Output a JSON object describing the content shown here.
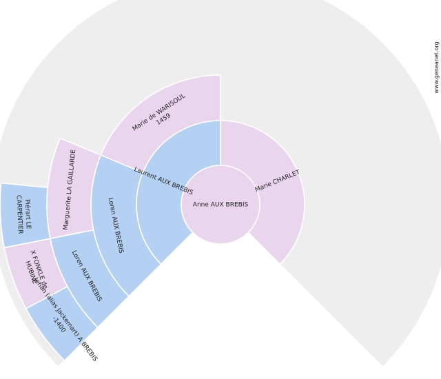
{
  "watermark": "www.geneanet.org",
  "colors": {
    "background_ring": "#eeeeee",
    "male": "#b4d0f2",
    "female": "#e9d5ee",
    "stroke": "#ffffff"
  },
  "chart_data": {
    "type": "fan-chart",
    "center": {
      "name": "Anne AUX BREBIS",
      "sex": "female"
    },
    "persons": [
      {
        "id": "g1-father",
        "generation": 1,
        "slot": 0,
        "sex": "male",
        "lines": [
          "Laurent AUX BREBIS"
        ]
      },
      {
        "id": "g1-mother",
        "generation": 1,
        "slot": 1,
        "sex": "female",
        "lines": [
          "Marie CHARLET"
        ]
      },
      {
        "id": "g2-ff",
        "generation": 2,
        "slot": 0,
        "sex": "male",
        "lines": [
          "Loren AUX BREBIS"
        ]
      },
      {
        "id": "g2-fm",
        "generation": 2,
        "slot": 1,
        "sex": "female",
        "lines": [
          "Marie de WARISOUL",
          "1459"
        ]
      },
      {
        "id": "g3-fff",
        "generation": 3,
        "slot": 0,
        "sex": "male",
        "lines": [
          "Loren AUX BREBIS"
        ]
      },
      {
        "id": "g3-ffm",
        "generation": 3,
        "slot": 1,
        "sex": "female",
        "lines": [
          "Marguerite LA GAILLARDE"
        ]
      },
      {
        "id": "g4-ffff",
        "generation": 4,
        "slot": 0,
        "sex": "male",
        "lines": [
          "Jehan (alias Jackemart) A BREBIS",
          "-1400"
        ]
      },
      {
        "id": "g4-fffm",
        "generation": 4,
        "slot": 1,
        "sex": "female",
        "lines": [
          "X FONKLE de",
          "HUBINE"
        ]
      },
      {
        "id": "g4-ffmf",
        "generation": 4,
        "slot": 2,
        "sex": "male",
        "lines": [
          "Piérart LE",
          "CARPENTIER"
        ]
      }
    ]
  }
}
